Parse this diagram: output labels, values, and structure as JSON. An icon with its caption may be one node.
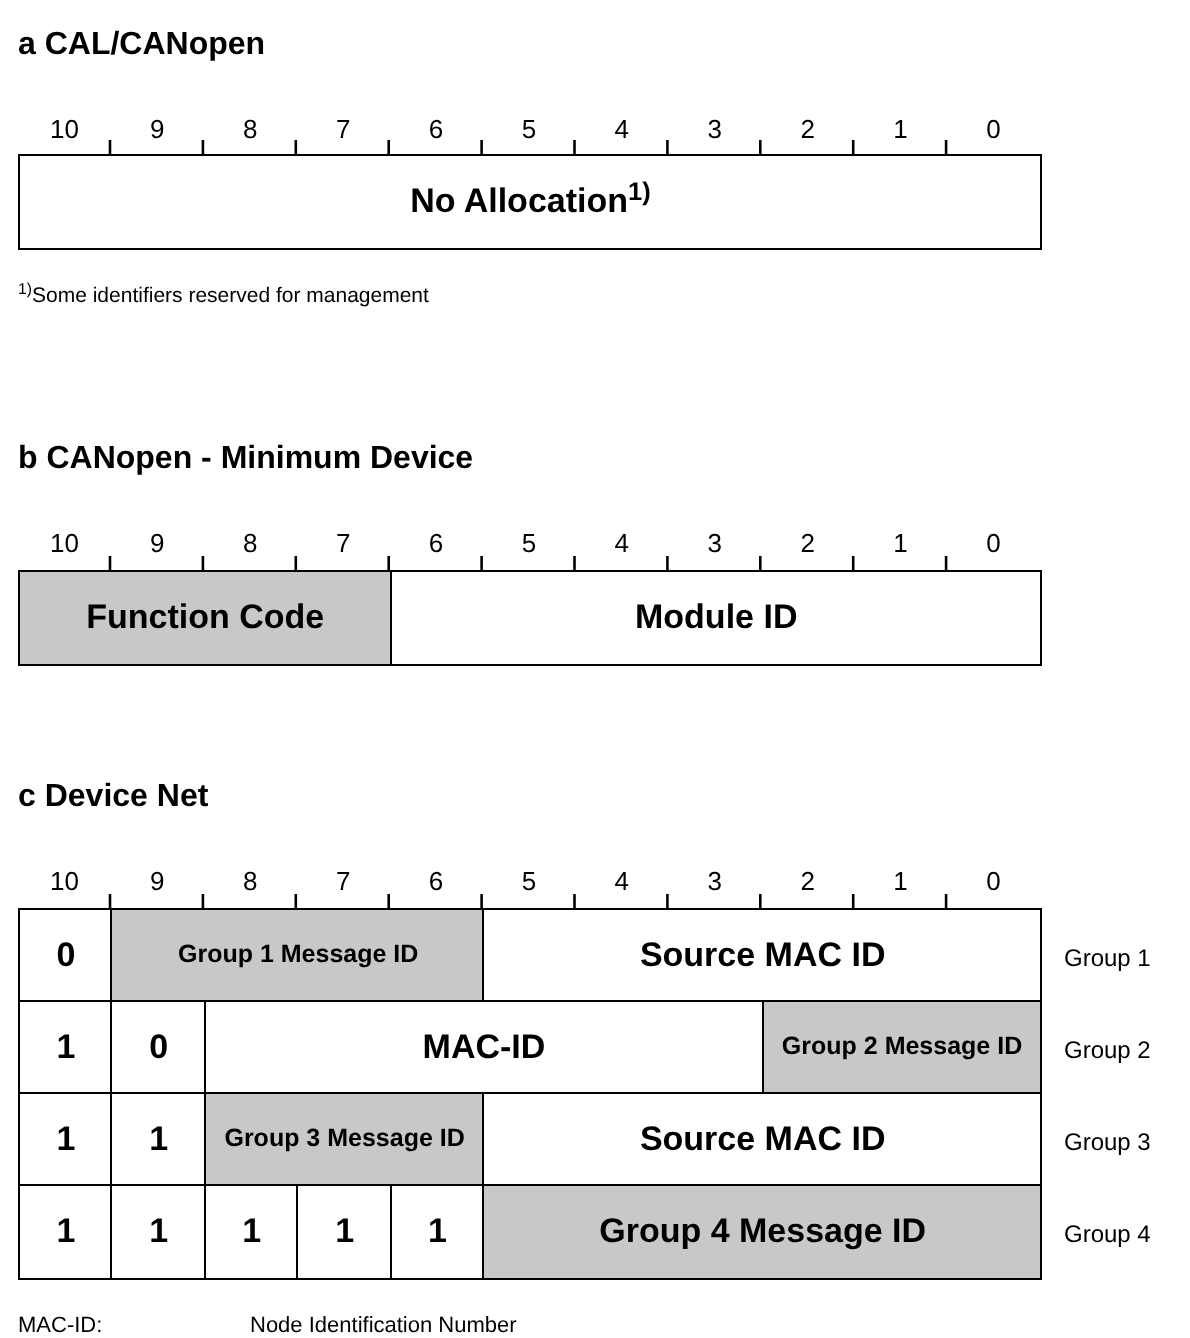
{
  "diagram": {
    "nodes": [
      {
        "text": [
          "No Allocation$^{1)}$"
        ]
      },
      {
        "text": [
          "Function Code"
        ]
      },
      {
        "text": [
          "Module ID"
        ]
      },
      {
        "text": [
          "0"
        ]
      },
      {
        "text": [
          "Group 1 Message ID"
        ]
      },
      {
        "text": [
          "Source MAC ID"
        ]
      },
      {
        "text": [
          "1"
        ]
      },
      {
        "text": [
          "0"
        ]
      },
      {
        "text": [
          "MAC-ID"
        ]
      },
      {
        "text": [
          "Group 2 Message ID"
        ]
      },
      {
        "text": [
          "1"
        ]
      },
      {
        "text": [
          "1"
        ]
      },
      {
        "text": [
          "Group 3 Message ID"
        ]
      },
      {
        "text": [
          "Source MAC ID"
        ]
      },
      {
        "text": [
          "1"
        ]
      },
      {
        "text": [
          "1"
        ]
      },
      {
        "text": [
          "1"
        ]
      },
      {
        "text": [
          "1"
        ]
      },
      {
        "text": [
          "1"
        ]
      },
      {
        "text": [
          "Group 4 Message ID"
        ]
      }
    ],
    "labels": [
      "a CAL/CANopen",
      "10",
      "9",
      "8",
      "7",
      "6",
      "5",
      "4",
      "3",
      "2",
      "1",
      "0",
      "$^{1)}$Some identifiers reserved for management",
      "b CANopen - Minimum Device",
      "10",
      "9",
      "8",
      "7",
      "6",
      "5",
      "4",
      "3",
      "2",
      "1",
      "0",
      "c Device Net",
      "10",
      "9",
      "8",
      "7",
      "6",
      "5",
      "4",
      "3",
      "2",
      "1",
      "0",
      "Group 1",
      "Group 2",
      "Group 3",
      "Group 4",
      "MAC-ID:",
      "Node Identification Number"
    ]
  }
}
